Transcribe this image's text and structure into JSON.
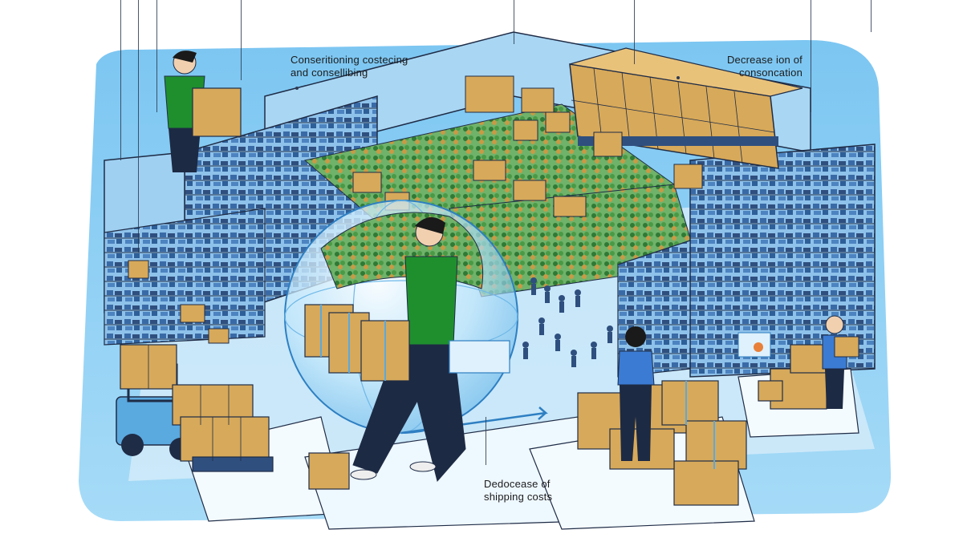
{
  "annotations": {
    "top_left": {
      "line1": "Conseritioning costecing",
      "line2": "and consellibing"
    },
    "top_right": {
      "line1": "Decrease ion of",
      "line2": "consoncation"
    },
    "bottom_center": {
      "line1": "Dedocease of",
      "line2": "shipping costs"
    }
  },
  "palette": {
    "backdrop": "#8fd0f5",
    "backdrop_dark": "#5fb3e8",
    "floor": "#dff1fc",
    "wall": "#a9d6f3",
    "shelf": "#2f4f7f",
    "box": "#d7a95a",
    "box_dark": "#a97a34",
    "tape": "#5aa9df",
    "shirt": "#1f8f2e",
    "pants": "#1d2a44",
    "plants": "#3f8a3a",
    "globe": "#b8e4fb",
    "outline": "#1f2c46"
  }
}
